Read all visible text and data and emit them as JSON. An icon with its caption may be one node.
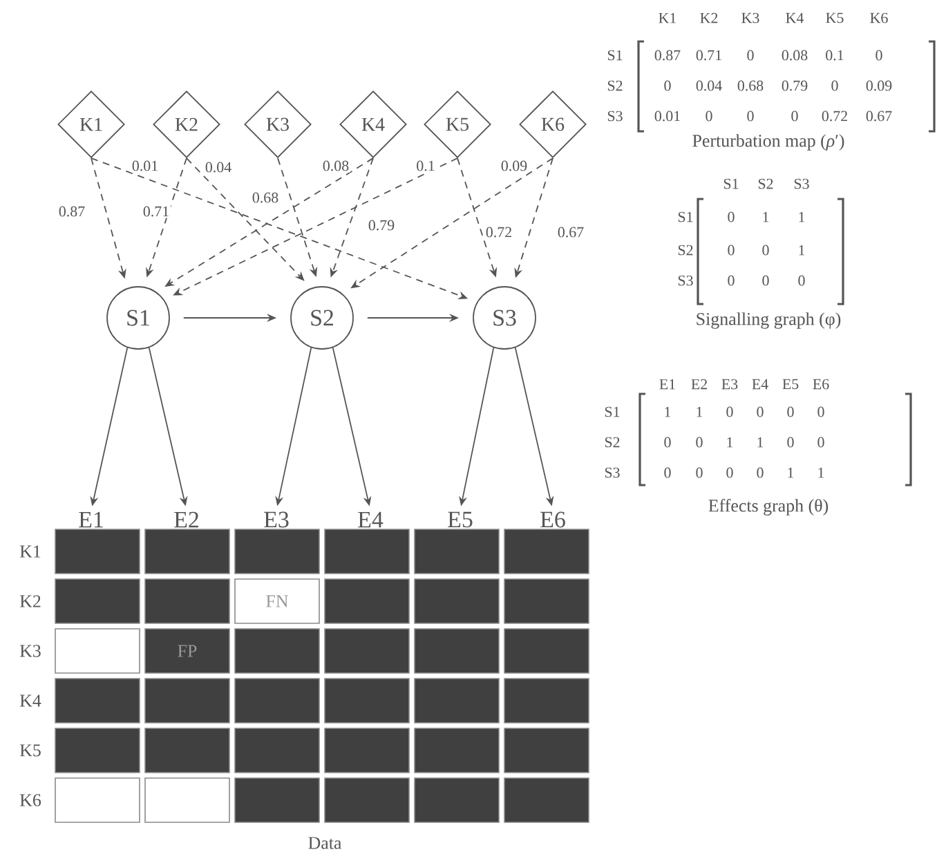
{
  "diagram": {
    "nodes": [
      {
        "text": [
          "K1"
        ]
      },
      {
        "text": [
          "K2"
        ]
      },
      {
        "text": [
          "K3"
        ]
      },
      {
        "text": [
          "K4"
        ]
      },
      {
        "text": [
          "K5"
        ]
      },
      {
        "text": [
          "K6"
        ]
      },
      {
        "text": [
          "S1"
        ]
      },
      {
        "text": [
          "S2"
        ]
      },
      {
        "text": [
          "S3"
        ]
      },
      {
        "text": [
          "E1"
        ]
      },
      {
        "text": [
          "E2"
        ]
      },
      {
        "text": [
          "E3"
        ]
      },
      {
        "text": [
          "E4"
        ]
      },
      {
        "text": [
          "E5"
        ]
      },
      {
        "text": [
          "E6"
        ]
      },
      {
        "text": [],
        "shape": "box"
      },
      {
        "text": [],
        "shape": "box"
      },
      {
        "text": [],
        "shape": "box"
      },
      {
        "text": [],
        "shape": "box"
      },
      {
        "text": [],
        "shape": "box"
      },
      {
        "text": [],
        "shape": "box"
      },
      {
        "text": [],
        "shape": "box"
      },
      {
        "text": [],
        "shape": "box"
      },
      {
        "text": [
          "FN"
        ]
      },
      {
        "text": [],
        "shape": "box"
      },
      {
        "text": [],
        "shape": "box"
      },
      {
        "text": [],
        "shape": "box"
      },
      {
        "text": [],
        "shape": "box"
      },
      {
        "text": [
          "FP"
        ]
      },
      {
        "text": [],
        "shape": "box"
      },
      {
        "text": [],
        "shape": "box"
      },
      {
        "text": [],
        "shape": "box"
      },
      {
        "text": [],
        "shape": "box"
      },
      {
        "text": [],
        "shape": "box"
      },
      {
        "text": [],
        "shape": "box"
      },
      {
        "text": [],
        "shape": "box"
      },
      {
        "text": [],
        "shape": "box"
      },
      {
        "text": [],
        "shape": "box"
      },
      {
        "text": [],
        "shape": "box"
      },
      {
        "text": [],
        "shape": "box"
      },
      {
        "text": [],
        "shape": "box"
      },
      {
        "text": [],
        "shape": "box"
      },
      {
        "text": [],
        "shape": "box"
      },
      {
        "text": [],
        "shape": "box"
      },
      {
        "text": [],
        "shape": "box"
      },
      {
        "text": [],
        "shape": "box"
      },
      {
        "text": [],
        "shape": "box"
      },
      {
        "text": [],
        "shape": "box"
      },
      {
        "text": [],
        "shape": "box"
      },
      {
        "text": [],
        "shape": "box"
      },
      {
        "text": [],
        "shape": "box"
      }
    ],
    "edges": [
      {
        "from": 0,
        "to": 6,
        "arrow": "to",
        "style": "dashed",
        "label": "0.87"
      },
      {
        "from": 0,
        "to": 8,
        "arrow": "to",
        "style": "dashed",
        "label": "0.01"
      },
      {
        "from": 1,
        "to": 6,
        "arrow": "to",
        "style": "dashed",
        "label": "0.71"
      },
      {
        "from": 1,
        "to": 7,
        "arrow": "to",
        "style": "dashed",
        "label": "0.04"
      },
      {
        "from": 2,
        "to": 7,
        "arrow": "to",
        "style": "dashed",
        "label": "0.68"
      },
      {
        "from": 3,
        "to": 6,
        "arrow": "to",
        "style": "dashed",
        "label": "0.08"
      },
      {
        "from": 3,
        "to": 7,
        "arrow": "to",
        "style": "dashed",
        "label": "0.79"
      },
      {
        "from": 4,
        "to": 6,
        "arrow": "to",
        "style": "dashed",
        "label": "0.1"
      },
      {
        "from": 4,
        "to": 8,
        "arrow": "to",
        "style": "dashed",
        "label": "0.72"
      },
      {
        "from": 5,
        "to": 7,
        "arrow": "to",
        "style": "dashed",
        "label": "0.09"
      },
      {
        "from": 5,
        "to": 8,
        "arrow": "to",
        "style": "dashed",
        "label": "0.67"
      },
      {
        "from": 6,
        "to": 7,
        "arrow": "to"
      },
      {
        "from": 7,
        "to": 8,
        "arrow": "to"
      },
      {
        "from": 6,
        "to": 9,
        "arrow": "to"
      },
      {
        "from": 6,
        "to": 10,
        "arrow": "to"
      },
      {
        "from": 7,
        "to": 11,
        "arrow": "to"
      },
      {
        "from": 7,
        "to": 12,
        "arrow": "to"
      },
      {
        "from": 8,
        "to": 13,
        "arrow": "to"
      },
      {
        "from": 8,
        "to": 14,
        "arrow": "to"
      }
    ],
    "labels": [
      "K1",
      "K2",
      "K3",
      "K4",
      "K5",
      "K6",
      "S1",
      "0.87",
      "0.71",
      "0",
      "0.08",
      "0.1",
      "0",
      "S2",
      "0",
      "0.04",
      "0.68",
      "0.79",
      "0",
      "0.09",
      "S3",
      "0.01",
      "0",
      "0",
      "0",
      "0.72",
      "0.67",
      "Perturbation map (*ρ*′)",
      "S1",
      "S2",
      "S3",
      "S1",
      "0",
      "1",
      "1",
      "S2",
      "0",
      "0",
      "1",
      "S3",
      "0",
      "0",
      "0",
      "Signalling graph (φ)",
      "E1",
      "E2",
      "E3",
      "E4",
      "E5",
      "E6",
      "S1",
      "1",
      "1",
      "0",
      "0",
      "0",
      "0",
      "S2",
      "0",
      "0",
      "1",
      "1",
      "0",
      "0",
      "S3",
      "0",
      "0",
      "0",
      "0",
      "1",
      "1",
      "Effects graph (θ)",
      "K1",
      "K2",
      "K3",
      "K4",
      "K5",
      "K6",
      "Data"
    ]
  }
}
